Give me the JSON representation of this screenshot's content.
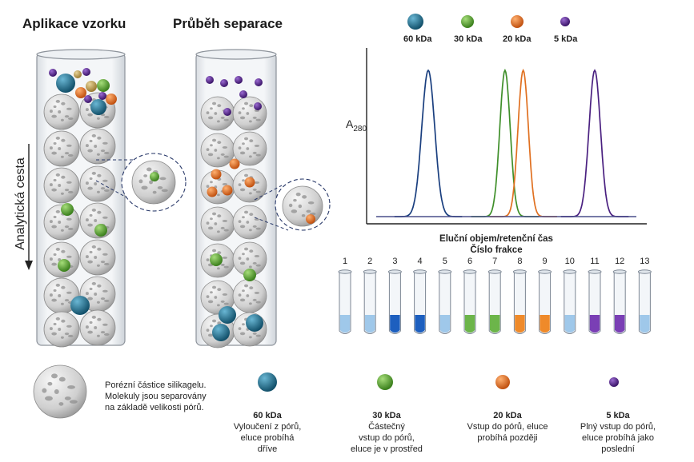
{
  "panels": {
    "left_title": "Aplikace vzorku",
    "middle_title": "Průběh separace",
    "axis_label": "Analytická cesta"
  },
  "legend_top": [
    {
      "label": "60 kDa",
      "color": "#1f6f8f"
    },
    {
      "label": "30 kDa",
      "color": "#4e9e2a"
    },
    {
      "label": "20 kDa",
      "color": "#e07020"
    },
    {
      "label": "5 kDa",
      "color": "#5a2a8a"
    }
  ],
  "chart_data": {
    "type": "line",
    "ylabel_main": "A",
    "ylabel_sub": "280",
    "xlabel": "Eluční objem/retenční čas",
    "series": [
      {
        "name": "60 kDa",
        "color": "#1a3f7f",
        "peak_x": 0.2,
        "width": 0.025
      },
      {
        "name": "30 kDa",
        "color": "#3f8f2a",
        "peak_x": 0.495,
        "width": 0.02
      },
      {
        "name": "20 kDa",
        "color": "#e07020",
        "peak_x": 0.565,
        "width": 0.02
      },
      {
        "name": "5 kDa",
        "color": "#4a2080",
        "peak_x": 0.84,
        "width": 0.022
      }
    ]
  },
  "fractions": {
    "title": "Číslo frakce",
    "tubes": [
      {
        "n": "1",
        "fill": "#9fc8ea"
      },
      {
        "n": "2",
        "fill": "#9fc8ea"
      },
      {
        "n": "3",
        "fill": "#1d5fbf"
      },
      {
        "n": "4",
        "fill": "#1d5fbf"
      },
      {
        "n": "5",
        "fill": "#9fc8ea"
      },
      {
        "n": "6",
        "fill": "#6cb54a"
      },
      {
        "n": "7",
        "fill": "#6cb54a"
      },
      {
        "n": "8",
        "fill": "#ef8a2a"
      },
      {
        "n": "9",
        "fill": "#ef8a2a"
      },
      {
        "n": "10",
        "fill": "#9fc8ea"
      },
      {
        "n": "11",
        "fill": "#7a3fb5"
      },
      {
        "n": "12",
        "fill": "#7a3fb5"
      },
      {
        "n": "13",
        "fill": "#9fc8ea"
      }
    ]
  },
  "legend_bottom": {
    "silica": [
      "Porézní částice silikagelu.",
      "Molekuly jsou separovány",
      "na základě velikosti pórů."
    ],
    "items": [
      {
        "title": "60 kDa",
        "color": "#1f6f8f",
        "lines": [
          "Vyloučení z pórů,",
          "eluce probíhá",
          "dříve"
        ]
      },
      {
        "title": "30 kDa",
        "color": "#4e9e2a",
        "lines": [
          "Částečný",
          "vstup do pórů,",
          "eluce je v prostřed"
        ]
      },
      {
        "title": "20 kDa",
        "color": "#e07020",
        "lines": [
          "Vstup do pórů, eluce",
          "probíhá později"
        ]
      },
      {
        "title": "5 kDa",
        "color": "#5a2a8a",
        "lines": [
          "Plný vstup do pórů,",
          "eluce probíhá jako",
          "poslední"
        ]
      }
    ]
  }
}
